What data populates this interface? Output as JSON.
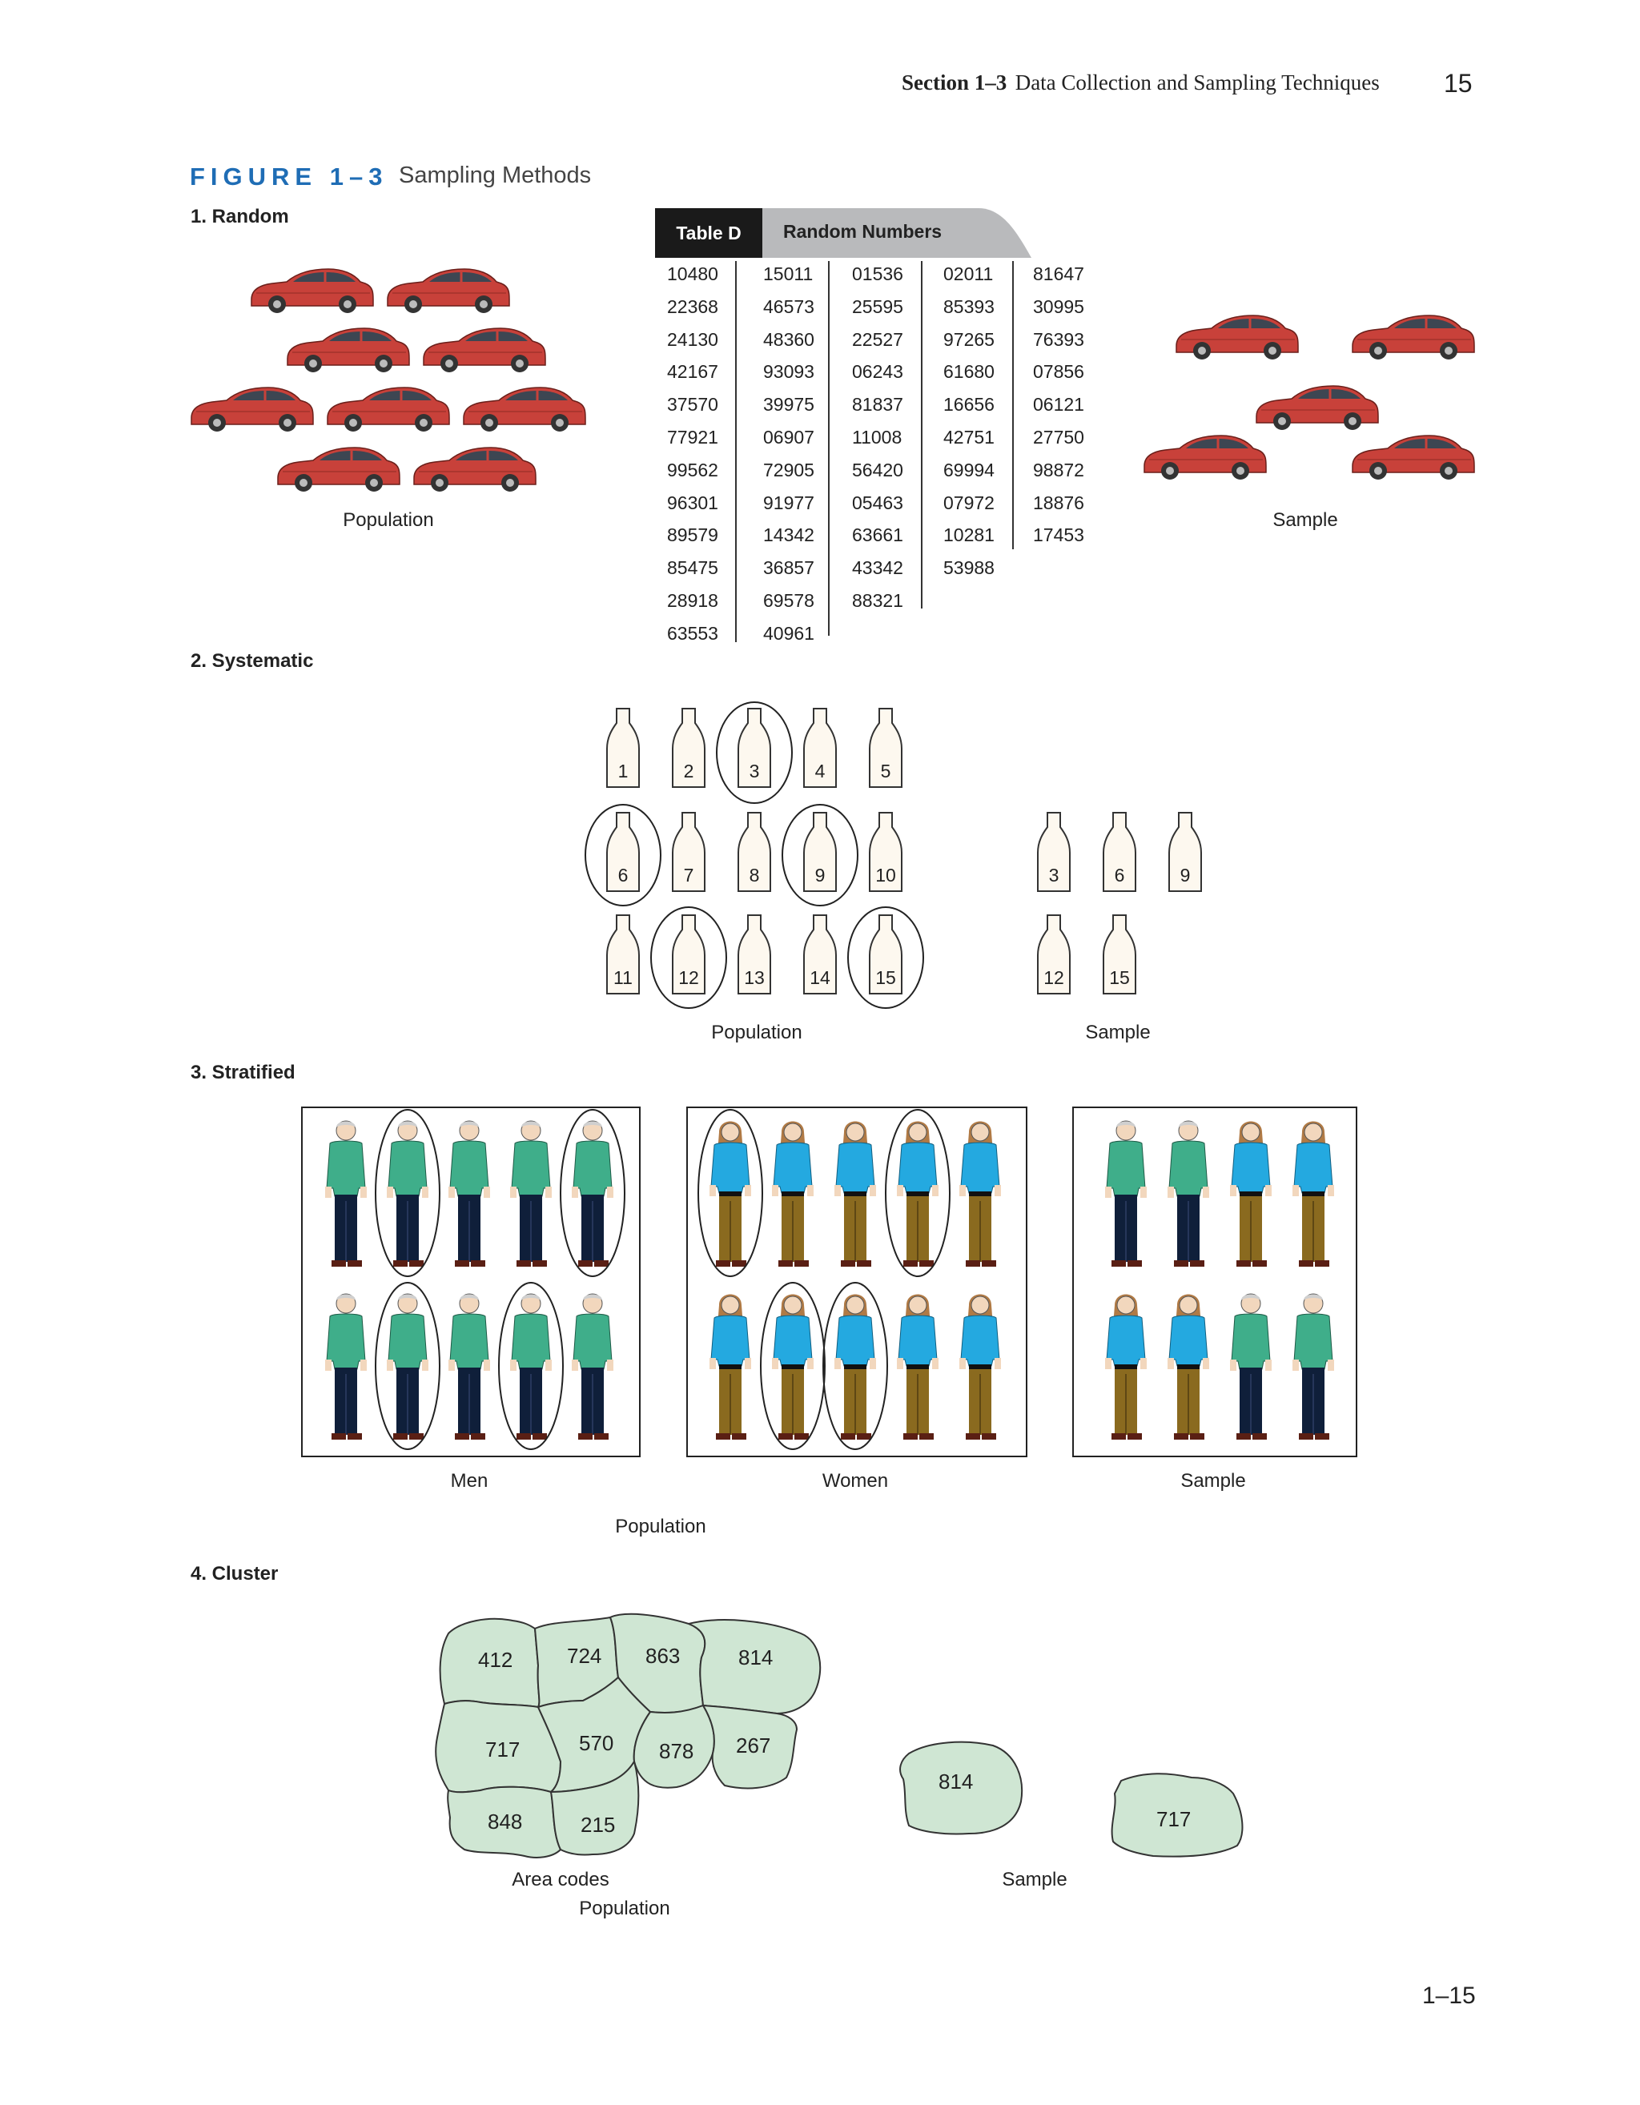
{
  "header": {
    "section_label": "Section 1–3",
    "section_title": "Data Collection and Sampling Techniques",
    "page_number": "15"
  },
  "figure": {
    "label": "FIGURE 1–3",
    "title": "Sampling Methods"
  },
  "random": {
    "heading": "1. Random",
    "population_caption": "Population",
    "sample_caption": "Sample",
    "table": {
      "tab_label": "Table D",
      "tab_title": "Random Numbers",
      "columns": [
        [
          "10480",
          "22368",
          "24130",
          "42167",
          "37570",
          "77921",
          "99562",
          "96301",
          "89579",
          "85475",
          "28918",
          "63553"
        ],
        [
          "15011",
          "46573",
          "48360",
          "93093",
          "39975",
          "06907",
          "72905",
          "91977",
          "14342",
          "36857",
          "69578",
          "40961"
        ],
        [
          "01536",
          "25595",
          "22527",
          "06243",
          "81837",
          "11008",
          "56420",
          "05463",
          "63661",
          "43342",
          "88321"
        ],
        [
          "02011",
          "85393",
          "97265",
          "61680",
          "16656",
          "42751",
          "69994",
          "07972",
          "10281",
          "53988"
        ],
        [
          "81647",
          "30995",
          "76393",
          "07856",
          "06121",
          "27750",
          "98872",
          "18876",
          "17453"
        ]
      ]
    }
  },
  "systematic": {
    "heading": "2. Systematic",
    "population_caption": "Population",
    "sample_caption": "Sample",
    "bottles": [
      "1",
      "2",
      "3",
      "4",
      "5",
      "6",
      "7",
      "8",
      "9",
      "10",
      "11",
      "12",
      "13",
      "14",
      "15"
    ],
    "circled": [
      "3",
      "6",
      "9",
      "12",
      "15"
    ],
    "sample_bottles": [
      "3",
      "6",
      "9",
      "12",
      "15"
    ]
  },
  "stratified": {
    "heading": "3. Stratified",
    "men_caption": "Men",
    "women_caption": "Women",
    "sample_caption": "Sample",
    "population_caption": "Population"
  },
  "cluster": {
    "heading": "4. Cluster",
    "area_codes": [
      "412",
      "724",
      "863",
      "814",
      "717",
      "570",
      "878",
      "267",
      "848",
      "215"
    ],
    "sample_codes": [
      "814",
      "717"
    ],
    "area_caption": "Area codes",
    "population_caption": "Population",
    "sample_caption": "Sample"
  },
  "footer": {
    "page_code": "1–15"
  },
  "colors": {
    "accent_blue": "#1f6db5",
    "car_red": "#c8413a",
    "man_shirt": "#3fae8a",
    "man_pants": "#0f1f3a",
    "woman_shirt": "#24a9e0",
    "woman_pants": "#8a6a1f",
    "map_fill": "#cfe6d3",
    "bottle_fill": "#fdf8ef"
  }
}
